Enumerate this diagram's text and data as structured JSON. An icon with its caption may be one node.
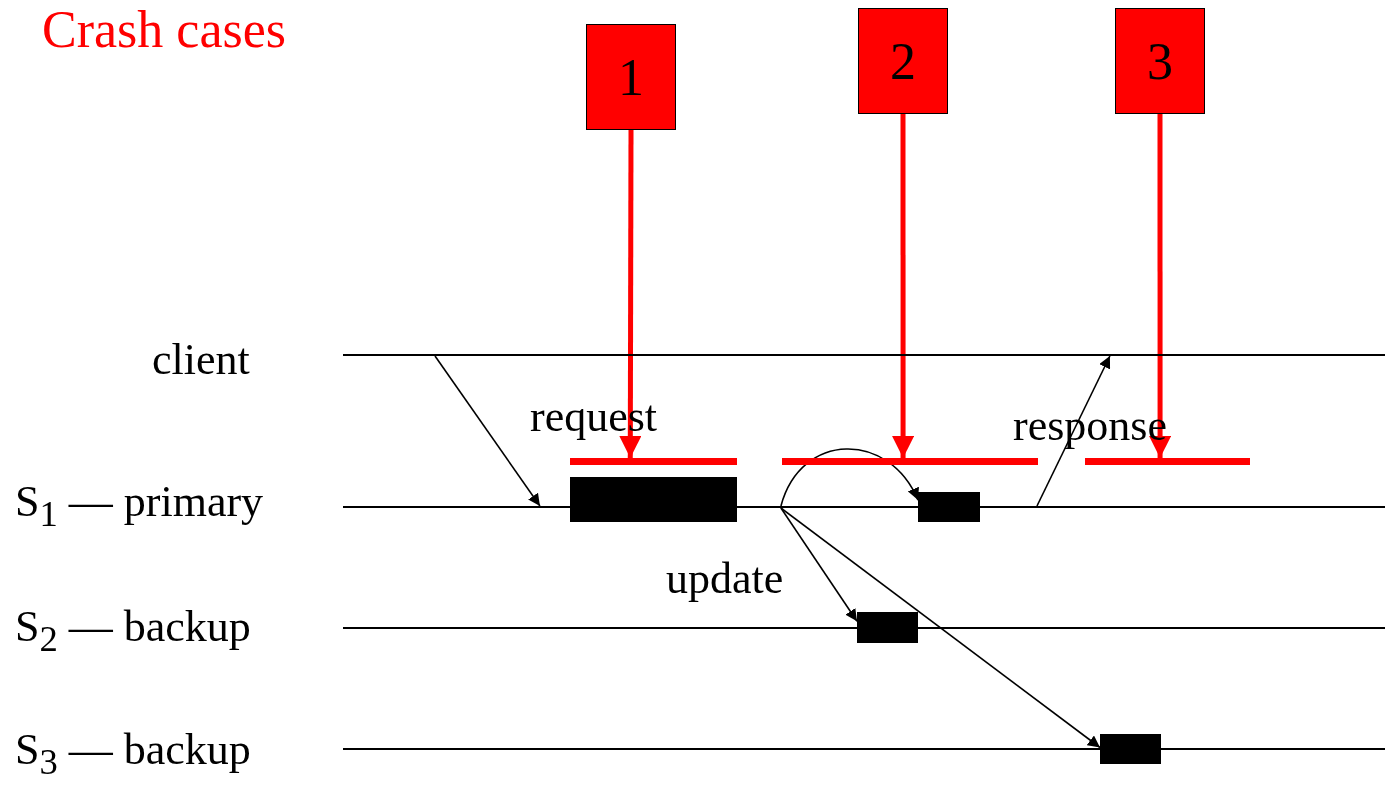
{
  "diagram": {
    "title": "Crash cases",
    "nodes": [
      {
        "text": [
          "1"
        ]
      },
      {
        "text": [
          "2"
        ]
      },
      {
        "text": [
          "3"
        ]
      },
      {
        "text": [],
        "shape": "bar"
      },
      {
        "text": [],
        "shape": "bar"
      },
      {
        "text": [],
        "shape": "bar"
      },
      {
        "text": [],
        "shape": "line"
      },
      {
        "text": [],
        "shape": "line"
      },
      {
        "text": [],
        "shape": "line"
      },
      {
        "text": [],
        "shape": "line"
      },
      {
        "text": [],
        "shape": "bar"
      },
      {
        "text": [],
        "shape": "bar"
      },
      {
        "text": [],
        "shape": "bar"
      },
      {
        "text": [],
        "shape": "bar"
      }
    ],
    "edges": [
      {
        "from": 0,
        "to": 3,
        "arrow": "to",
        "style": "thick",
        "color": "#ff0000"
      },
      {
        "from": 1,
        "to": 4,
        "arrow": "to",
        "style": "thick",
        "color": "#ff0000"
      },
      {
        "from": 2,
        "to": 5,
        "arrow": "to",
        "style": "thick",
        "color": "#ff0000"
      },
      {
        "from": 6,
        "to": 7,
        "arrow": "to",
        "label": "request"
      },
      {
        "from": 7,
        "to": 11,
        "arrow": "to"
      },
      {
        "from": 7,
        "to": 12,
        "arrow": "to",
        "label": "update"
      },
      {
        "from": 7,
        "to": 13,
        "arrow": "to"
      },
      {
        "from": 7,
        "to": 6,
        "arrow": "to",
        "label": "response"
      }
    ],
    "labels": [
      "client",
      "S$_{1}$ — primary",
      "S$_{2}$ — backup",
      "S$_{3}$ — backup"
    ]
  }
}
